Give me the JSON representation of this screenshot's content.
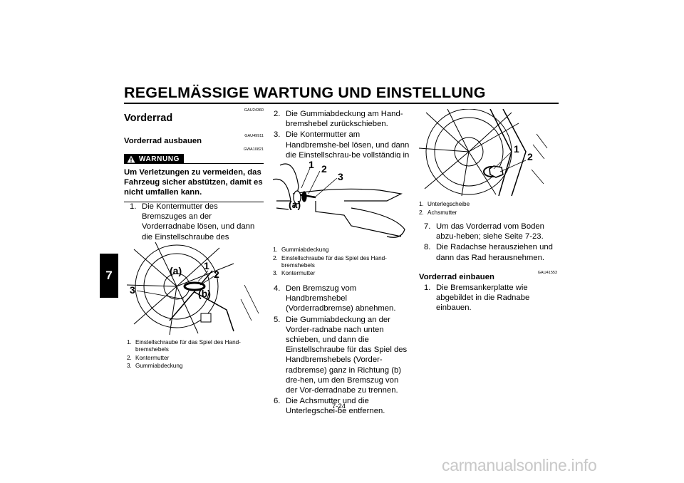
{
  "header": {
    "title": "REGELMÄSSIGE WARTUNG UND EINSTELLUNG",
    "chapter_tab": "7"
  },
  "left": {
    "code1": "GAU24360",
    "section_title": "Vorderrad",
    "code2": "GAU49911",
    "subsection": "Vorderrad ausbauen",
    "code3": "GWA10821",
    "warning_label": "WARNUNG",
    "warning_text": "Um Verletzungen zu vermeiden, das Fahrzeug sicher abstützen, damit es nicht umfallen kann.",
    "steps": [
      {
        "n": "1.",
        "text": "Die Kontermutter des Bremszuges an der Vorderradnabe lösen, und dann die Einstellschraube des Handbrems-hebel-Spiels ganz in Richtung (a) dre-hen."
      }
    ],
    "figure_labels": [
      "1",
      "2",
      "3",
      "(a)",
      "(b)"
    ],
    "captions": [
      {
        "n": "1.",
        "text": "Einstellschraube für das Spiel des Hand-bremshebels"
      },
      {
        "n": "2.",
        "text": "Kontermutter"
      },
      {
        "n": "3.",
        "text": "Gummiabdeckung"
      }
    ]
  },
  "middle": {
    "steps_top": [
      {
        "n": "2.",
        "text": "Die Gummiabdeckung am Hand-bremshebel zurückschieben."
      },
      {
        "n": "3.",
        "text": "Die Kontermutter am Handbremshe-bel lösen, und dann die Einstellschrau-be vollständig in Richtung (a) drehen."
      }
    ],
    "figure_labels": [
      "1",
      "2",
      "3",
      "(a)"
    ],
    "captions": [
      {
        "n": "1.",
        "text": "Gummiabdeckung"
      },
      {
        "n": "2.",
        "text": "Einstellschraube für das Spiel des Hand-bremshebels"
      },
      {
        "n": "3.",
        "text": "Kontermutter"
      }
    ],
    "steps_bottom": [
      {
        "n": "4.",
        "text": "Den Bremszug vom Handbremshebel (Vorderradbremse) abnehmen."
      },
      {
        "n": "5.",
        "text": "Die Gummiabdeckung an der Vorder-radnabe nach unten schieben, und dann die Einstellschraube für das Spiel des Handbremshebels (Vorder-radbremse) ganz in Richtung (b) dre-hen, um den Bremszug von der Vor-derradnabe zu trennen."
      },
      {
        "n": "6.",
        "text": "Die Achsmutter und die Unterlegschei-be entfernen."
      }
    ]
  },
  "right": {
    "figure_labels": [
      "1",
      "2"
    ],
    "captions": [
      {
        "n": "1.",
        "text": "Unterlegscheibe"
      },
      {
        "n": "2.",
        "text": "Achsmutter"
      }
    ],
    "steps": [
      {
        "n": "7.",
        "text": "Um das Vorderrad vom Boden abzu-heben; siehe Seite 7-23."
      },
      {
        "n": "8.",
        "text": "Die Radachse herausziehen und dann das Rad herausnehmen."
      }
    ],
    "code": "GAU41553",
    "subsection": "Vorderrad einbauen",
    "steps2": [
      {
        "n": "1.",
        "text": "Die Bremsankerplatte wie abgebildet in die Radnabe einbauen."
      }
    ]
  },
  "footer": {
    "page_number": "7-24",
    "watermark": "carmanualsonline.info"
  }
}
